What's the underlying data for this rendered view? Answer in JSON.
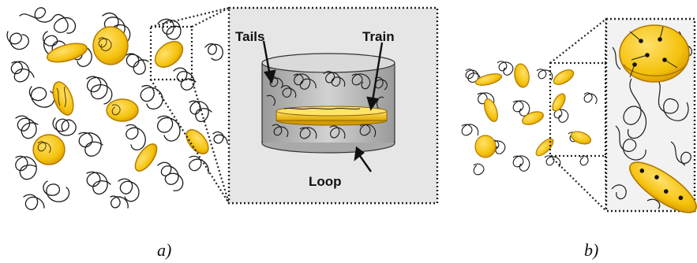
{
  "panel_a": {
    "callouts": {
      "tails": "Tails",
      "train": "Train",
      "loop": "Loop"
    },
    "caption": "a)"
  },
  "panel_b": {
    "caption": "b)"
  },
  "colors": {
    "platelet_fill": "#f4c20d",
    "platelet_edge": "#c88a00",
    "chain": "#1a1a1a",
    "zoom_bg": "#e6e6e6",
    "cylinder": "#bfbfbf"
  }
}
